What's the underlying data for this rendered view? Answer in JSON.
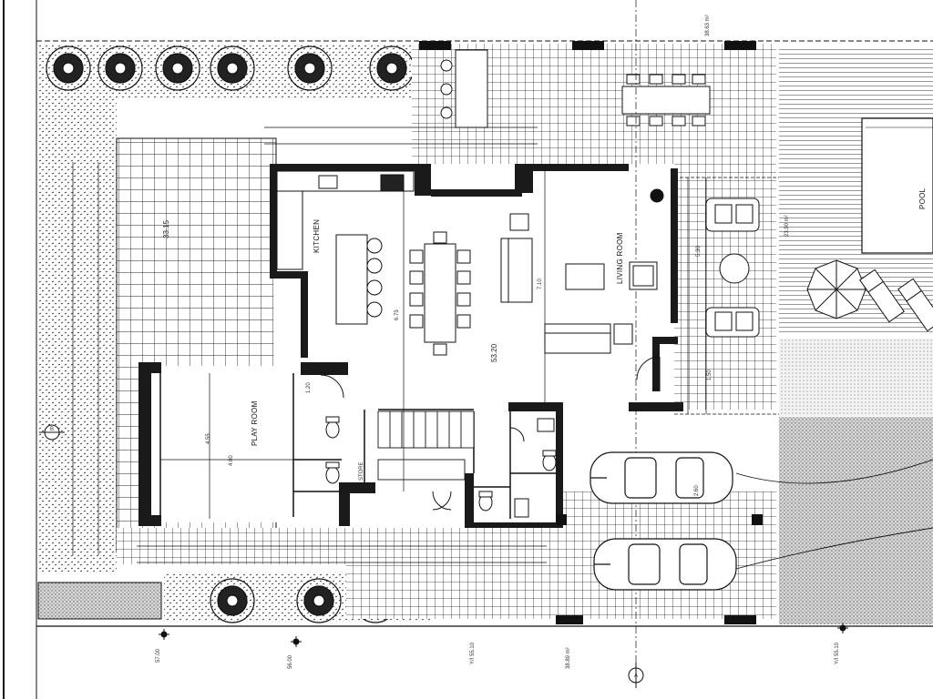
{
  "rooms": {
    "kitchen": "KITCHEN",
    "living": "LIVING ROOM",
    "play": "PLAY ROOM",
    "store": "STORE",
    "pool": "POOL"
  },
  "areas": {
    "main": "53.20",
    "terrace": "33.15",
    "top_right": "38.63 m²",
    "bottom": "38.89 m²",
    "pool_side": "23.90 m²"
  },
  "levels": {
    "l1": "57.00",
    "l2": "56.00",
    "l3": "Y/I 55.10",
    "l4": "Y/I 55.10"
  },
  "dimensions": {
    "d1": "6.75",
    "d2": "7.10",
    "d3": "4.55",
    "d4": "4.00",
    "d5": "2.60",
    "d6": "1.20",
    "d7": "5.30",
    "d8": "1.50"
  },
  "markers": {
    "section_left": "B",
    "section_bottom": "A"
  },
  "colors": {
    "ink": "#111111",
    "grid": "#333333",
    "wall": "#1a1a1a",
    "paper": "#ffffff"
  }
}
